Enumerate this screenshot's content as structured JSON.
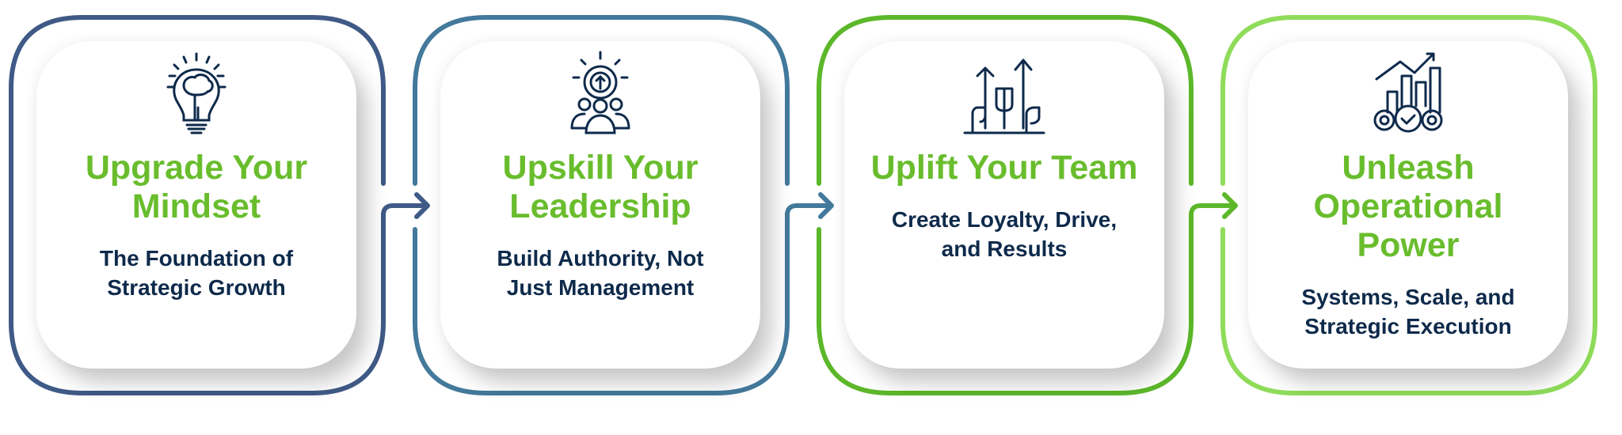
{
  "steps": [
    {
      "title": "Upgrade Your Mindset",
      "subtitle": "The Foundation of Strategic Growth",
      "icon": "lightbulb-brain-icon",
      "frame_color": "#3f5a86"
    },
    {
      "title": "Upskill Your Leadership",
      "subtitle": "Build Authority, Not Just Management",
      "icon": "team-gear-icon",
      "frame_color": "#43799b"
    },
    {
      "title": "Uplift Your Team",
      "subtitle": "Create Loyalty, Drive, and Results",
      "icon": "raised-fists-arrows-icon",
      "frame_color": "#5cb82a"
    },
    {
      "title": "Unleash Operational Power",
      "subtitle": "Systems, Scale, and Strategic Execution",
      "icon": "growth-chart-gears-icon",
      "frame_color": "#8fdc5a"
    }
  ],
  "colors": {
    "title": "#69bd2d",
    "subtitle": "#0e2a4b",
    "icon": "#0e2a4b"
  }
}
